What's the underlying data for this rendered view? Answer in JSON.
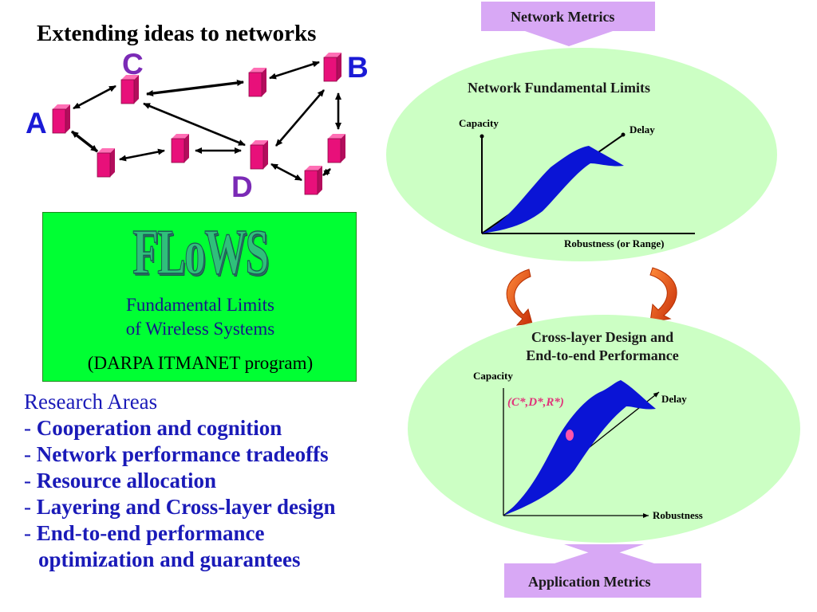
{
  "slide": {
    "title": "Extending ideas to networks",
    "node_labels": {
      "c": "C",
      "b": "B",
      "a": "A",
      "d": "D"
    },
    "node_colors": {
      "c": "#7b2ab6",
      "b": "#1a1ad6",
      "a": "#1a1ad6",
      "d": "#7b2ab6"
    }
  },
  "flows": {
    "logo": "FLoWS",
    "subtitle_line1": "Fundamental Limits",
    "subtitle_line2": "of Wireless Systems",
    "program": "(DARPA ITMANET program)"
  },
  "research": {
    "heading": "Research Areas",
    "items": [
      "Cooperation and cognition",
      "Network performance tradeoffs",
      "Resource allocation",
      "Layering and Cross-layer design",
      "End-to-end performance"
    ],
    "item_continuation": "optimization and guarantees"
  },
  "right_panel": {
    "top_metric": "Network Metrics",
    "upper_ellipse_title": "Network Fundamental Limits",
    "upper_chart": {
      "y_axis_label": "Capacity",
      "diagonal_axis_label": "Delay",
      "x_axis_label": "Robustness (or Range)"
    },
    "lower_ellipse_title_line1": "Cross-layer Design and",
    "lower_ellipse_title_line2": "End-to-end Performance",
    "lower_chart": {
      "y_axis_label": "Capacity",
      "diagonal_axis_label": "Delay",
      "x_axis_label": "Robustness",
      "operating_point": "(C*,D*,R*)"
    },
    "bottom_metric": "Application Metrics"
  },
  "colors": {
    "node_fill": "#e8107a",
    "node_side": "#b30d5c",
    "flows_bg": "#00ff33",
    "research_text": "#1a1ab8",
    "ellipse_fill": "#ccffc4",
    "region_fill": "#0a14d6",
    "arrow_orange": "#e84a0c",
    "metric_box": "#d8a8f5",
    "operating_point": "#ff55aa"
  }
}
